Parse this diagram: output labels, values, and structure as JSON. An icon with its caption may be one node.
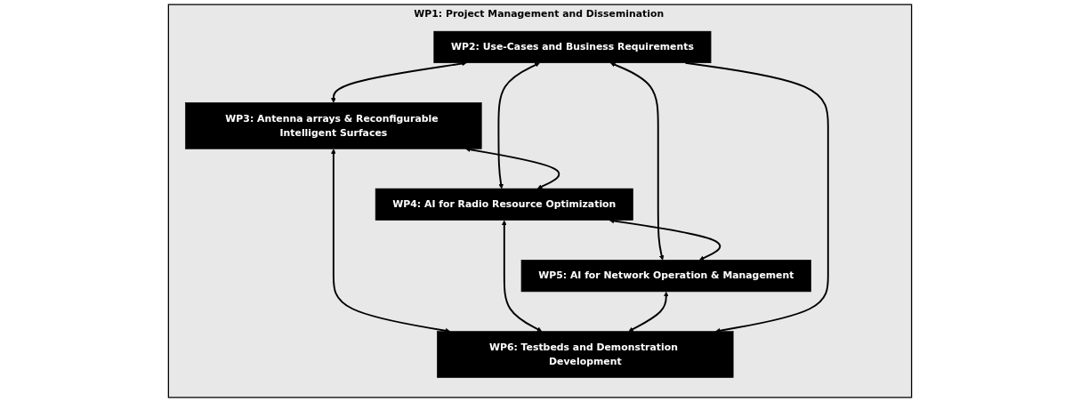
{
  "diagram": {
    "nodes": [
      {
        "text": [
          "WP1: Project Management and Dissemination"
        ]
      },
      {
        "text": [
          "WP2: Use-Cases and Business Requirements"
        ],
        "in": 0
      },
      {
        "text": [
          "WP3: Antenna arrays & Reconfigurable Intelligent Surfaces"
        ],
        "in": 0
      },
      {
        "text": [
          "WP4: AI for Radio Resource Optimization"
        ],
        "in": 0
      },
      {
        "text": [
          "WP5: AI for Network Operation & Management"
        ],
        "in": 0
      },
      {
        "text": [
          "WP6: Testbeds and Demonstration Development"
        ],
        "in": 0
      }
    ],
    "edges": [
      {
        "from": 1,
        "to": 2,
        "arrow": "both"
      },
      {
        "from": 1,
        "to": 3,
        "arrow": "both"
      },
      {
        "from": 1,
        "to": 4,
        "arrow": "both"
      },
      {
        "from": 2,
        "to": 3,
        "arrow": "both"
      },
      {
        "from": 3,
        "to": 4,
        "arrow": "both"
      },
      {
        "from": 2,
        "to": 5,
        "arrow": "both"
      },
      {
        "from": 3,
        "to": 5,
        "arrow": "both"
      },
      {
        "from": 4,
        "to": 5,
        "arrow": "both"
      },
      {
        "from": 1,
        "to": 5,
        "arrow": "to"
      }
    ]
  }
}
